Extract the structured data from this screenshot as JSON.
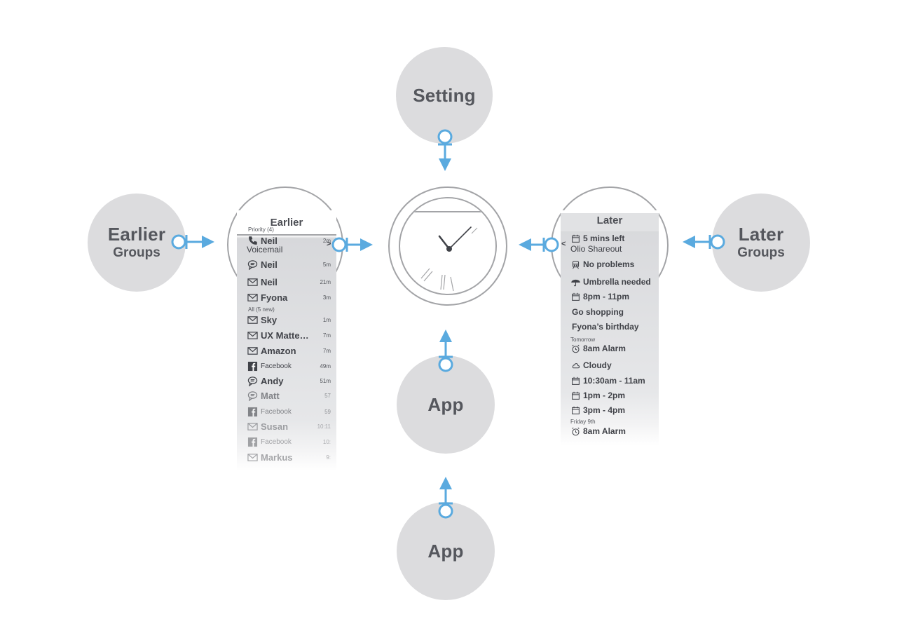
{
  "nodes": {
    "setting": "Setting",
    "earlier_groups": {
      "line1": "Earlier",
      "line2": "Groups"
    },
    "later_groups": {
      "line1": "Later",
      "line2": "Groups"
    },
    "app_top": "App",
    "app_bottom": "App"
  },
  "earlier_panel": {
    "title": "Earlier",
    "priority_label": "Priority (4)",
    "all_label": "All (5 new)",
    "caret": ">",
    "voicemail_sub": "Voicemail",
    "rows": [
      {
        "icon": "phone-icon",
        "name": "Neil",
        "time": "2m"
      },
      {
        "icon": "chat-icon",
        "name": "Neil",
        "time": "5m"
      },
      {
        "icon": "mail-icon",
        "name": "Neil",
        "time": "21m"
      },
      {
        "icon": "mail-icon",
        "name": "Fyona",
        "time": "3m"
      },
      {
        "icon": "mail-icon",
        "name": "Sky",
        "time": "1m"
      },
      {
        "icon": "mail-icon",
        "name": "UX Matte…",
        "time": "7m"
      },
      {
        "icon": "mail-icon",
        "name": "Amazon",
        "time": "7m"
      },
      {
        "icon": "facebook-icon",
        "name": "Facebook",
        "time": "49m"
      },
      {
        "icon": "chat-icon",
        "name": "Andy",
        "time": "51m"
      },
      {
        "icon": "chat-icon",
        "name": "Matt",
        "time": "57"
      },
      {
        "icon": "facebook-icon",
        "name": "Facebook",
        "time": "59"
      },
      {
        "icon": "mail-icon",
        "name": "Susan",
        "time": "10:11"
      },
      {
        "icon": "facebook-icon",
        "name": "Facebook",
        "time": "10:"
      },
      {
        "icon": "mail-icon",
        "name": "Markus",
        "time": "9:"
      }
    ]
  },
  "later_panel": {
    "title": "Later",
    "caret": "<",
    "olio_sub": "Olio Shareout",
    "tomorrow_label": "Tomorrow",
    "friday_label": "Friday 9th",
    "rows": [
      {
        "icon": "calendar-icon",
        "name": "5 mins left"
      },
      {
        "icon": "train-icon",
        "name": "No problems"
      },
      {
        "icon": "umbrella-icon",
        "name": "Umbrella needed"
      },
      {
        "icon": "calendar-icon",
        "name": "8pm - 11pm"
      },
      {
        "icon": "",
        "name": "Go shopping"
      },
      {
        "icon": "",
        "name": "Fyona’s birthday"
      },
      {
        "icon": "alarm-icon",
        "name": "8am Alarm"
      },
      {
        "icon": "cloud-icon",
        "name": "Cloudy"
      },
      {
        "icon": "calendar-icon",
        "name": "10:30am - 11am"
      },
      {
        "icon": "calendar-icon",
        "name": "1pm - 2pm"
      },
      {
        "icon": "calendar-icon",
        "name": "3pm - 4pm"
      },
      {
        "icon": "alarm-icon",
        "name": "8am Alarm"
      }
    ]
  },
  "colors": {
    "node_fill": "#dcdcde",
    "arrow": "#5aaadf",
    "outline": "#a3a4a7",
    "text": "#55575d"
  }
}
